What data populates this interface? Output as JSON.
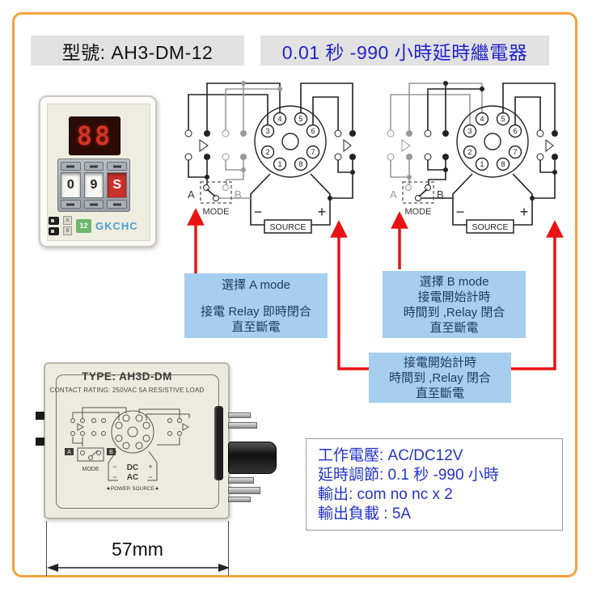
{
  "colors": {
    "frame_border": "#F2A43C",
    "header_bg": "#E2E2E2",
    "blue_text": "#2222CC",
    "callout_bg": "#A6CFEF",
    "callout_text": "#1E3A64",
    "arrow_red": "#E81313",
    "display_digit_red": "#D43425",
    "brand_blue": "#4A9FD4"
  },
  "header": {
    "model": "型號:  AH3-DM-12",
    "title": "0.01 秒 -990 小時延時繼電器"
  },
  "device_photo": {
    "display_value": "88",
    "wheel_digits": [
      "0",
      "9",
      "S"
    ],
    "switch_labels": [
      "A",
      "B"
    ],
    "sticker_text": "12",
    "brand": "GKCHC"
  },
  "wiring": {
    "pins": [
      "1",
      "2",
      "3",
      "4",
      "5",
      "6",
      "7",
      "8"
    ],
    "labels": {
      "a": "A",
      "b": "B",
      "mode": "MODE",
      "source": "SOURCE",
      "minus": "−",
      "plus": "+"
    }
  },
  "callouts": {
    "a_mode": [
      "選擇 A mode",
      "接電 Relay 即時閉合",
      "直至斷電"
    ],
    "b_mode": [
      "選擇 B mode",
      "接電開始計時",
      "時間到 ,Relay 閉合",
      "直至斷電"
    ],
    "timing": [
      "接電開始計時",
      "時間到 ,Relay 閉合",
      "直至斷電"
    ]
  },
  "case_photo": {
    "type_label": "TYPE: AH3D-DM",
    "contact_rating": "CONTACT RATING: 250VAC 5A RESISTIVE LOAD",
    "mode": "MODE",
    "a": "A",
    "b": "B",
    "dc": "DC",
    "ac": "AC",
    "minus": "−",
    "plus": "+",
    "tilde_l": "~",
    "tilde_r": "~",
    "power_source": "POWER SOURCE",
    "dimension": "57mm"
  },
  "specs": {
    "lines": [
      "工作電壓:  AC/DC12V",
      "延時調節:  0.1 秒 -990 小時",
      "輸出:  com no nc x 2",
      "輸出負載 : 5A"
    ]
  }
}
